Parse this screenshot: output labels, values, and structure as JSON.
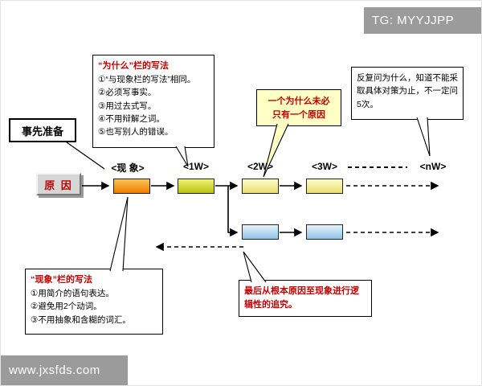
{
  "watermarks": {
    "top_right": "TG: MYYJJPP",
    "bottom_left": "www.jxsfds.com"
  },
  "callouts": {
    "why_writing": {
      "title": "“为什么”栏的写法",
      "items": [
        "①“与现象栏的写法”相同。",
        "②必须写事实。",
        "③用过去式写。",
        "④不用辩解之词。",
        "⑤也写别人的错误。"
      ]
    },
    "preparation": "事先准备",
    "one_cause": "一个为什么未必\n只有一个原因",
    "repeat_why": "反复问为什么，知道不能采取具体对策为止，不一定问5次。",
    "phenomenon_writing": {
      "title": "“现象”栏的写法",
      "items": [
        "①用简介的语句表达。",
        "②避免用2个动词。",
        "③不用抽象和含糊的词汇。"
      ]
    },
    "logic_trace": "最后从根本原因至现象进行逻辑性的追究。"
  },
  "flow": {
    "cause": "原 因",
    "labels": {
      "phenomenon": "<现 象>",
      "w1": "<1W>",
      "w2": "<2W>",
      "w3": "<3W>",
      "wn": "<nW>"
    }
  },
  "colors": {
    "accent_red": "#c00000",
    "phenomenon_orange": "#ee7d00",
    "why1_green": "#b9c416",
    "why_yellow": "#e9dd74",
    "cause_blue": "#8fc3e8",
    "note_yellow_bg": "#ffffc6",
    "watermark_gray": "#9b9b9b"
  }
}
